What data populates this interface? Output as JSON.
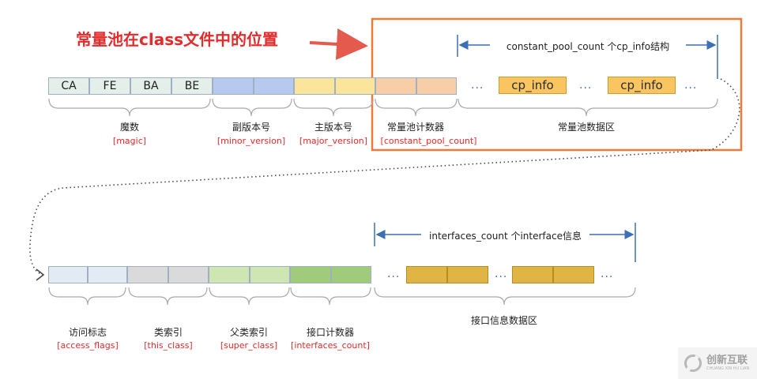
{
  "title": "常量池在class文件中的位置",
  "top_row": {
    "magic_bytes": [
      "CA",
      "FE",
      "BA",
      "BE"
    ],
    "field_labels": {
      "magic": "魔数",
      "minor": "副版本号",
      "major": "主版本号",
      "cp_count": "常量池计数器",
      "cp_area": "常量池数据区"
    },
    "field_names": {
      "magic": "[magic]",
      "minor": "[minor_version]",
      "major": "[major_version]",
      "cp_count": "[constant_pool_count]"
    },
    "cp_span_label": "constant_pool_count 个cp_info结构",
    "cp_info": "cp_info",
    "ellipsis": "..."
  },
  "bottom_row": {
    "field_labels": {
      "access": "访问标志",
      "this": "类索引",
      "super": "父类索引",
      "iface_count": "接口计数器",
      "iface_area": "接口信息数据区"
    },
    "field_names": {
      "access": "[access_flags]",
      "this": "[this_class]",
      "super": "[super_class]",
      "iface_count": "[interfaces_count]"
    },
    "iface_span_label": "interfaces_count 个interface信息",
    "ellipsis": "..."
  },
  "watermark": {
    "text": "创新互联",
    "sub": "CHUANG XIN HU LIAN"
  },
  "colors": {
    "accent_red": "#e32b2b",
    "highlight_box": "#f07a3a",
    "magic_fill": "#e3efe8",
    "minor_fill": "#b7c9ee",
    "major_fill": "#fbe59a",
    "cp_count_fill": "#f9cda8",
    "cp_info_fill": "#f8c560",
    "access_fill": "#e2ebf4",
    "this_fill": "#dadada",
    "super_fill": "#cfe6b3",
    "iface_count_fill": "#9fcb7a",
    "iface_info_fill": "#e0b445"
  }
}
